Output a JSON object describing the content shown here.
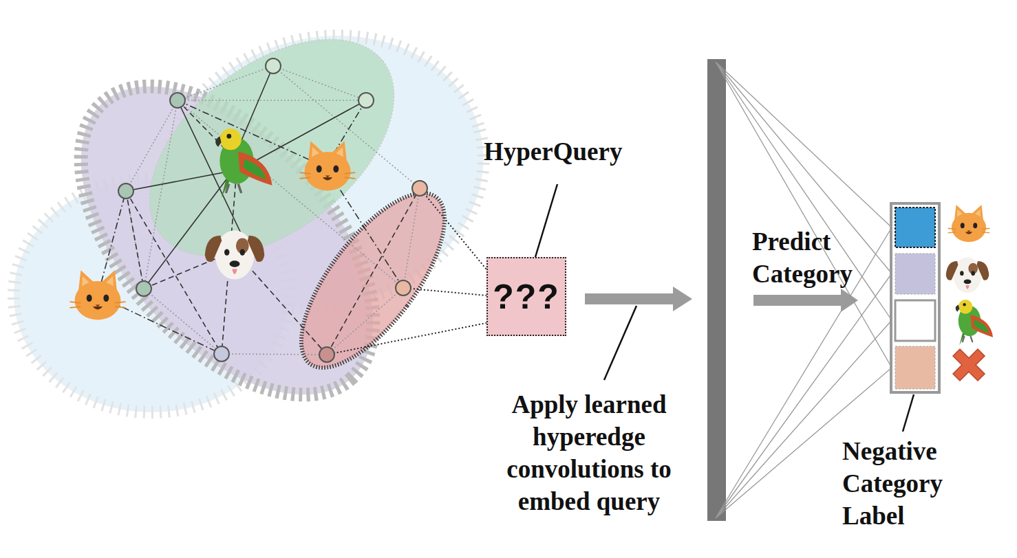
{
  "diagram": {
    "nodes": [
      {
        "text": [
          "???"
        ]
      }
    ],
    "labels": [
      "HyperQuery",
      "Apply learned hyperedge convolutions to embed query",
      "Predict Category",
      "Negative Category Label"
    ]
  }
}
